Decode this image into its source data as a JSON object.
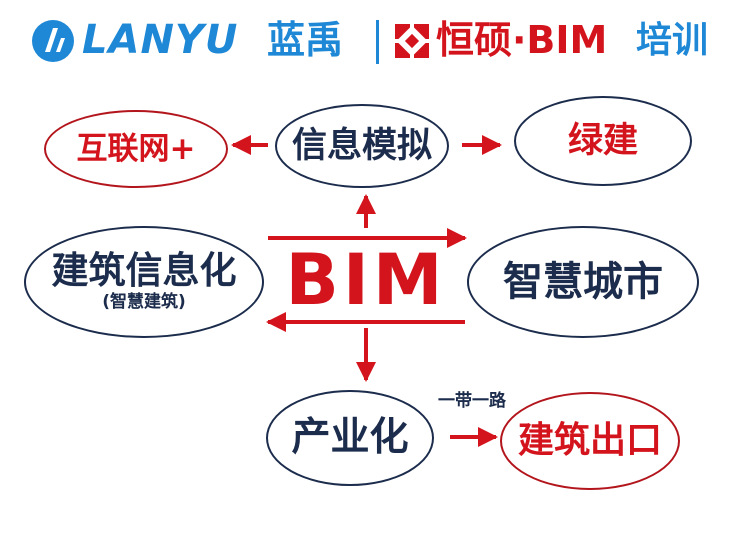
{
  "header": {
    "brand_en": "LANYU",
    "brand_cn": "蓝禹",
    "partner_name": "恒硕·BIM",
    "partner_suffix": "培训"
  },
  "center": {
    "label": "BIM"
  },
  "nodes": {
    "hulianwang": {
      "label": "互联网+"
    },
    "xinxi": {
      "label": "信息模拟"
    },
    "lvjian": {
      "label": "绿建"
    },
    "jianzhu": {
      "label": "建筑信息化",
      "sub": "(智慧建筑)"
    },
    "zhihui": {
      "label": "智慧城市"
    },
    "chanye": {
      "label": "产业化"
    },
    "chukou": {
      "label": "建筑出口"
    }
  },
  "edge_labels": {
    "yidaiyilu": "一带一路"
  },
  "colors": {
    "brand_blue": "#1e88d6",
    "accent_red": "#d4141d",
    "navy": "#1c2c4c"
  },
  "icons": {
    "brand_logo": "lanyu-logo-icon",
    "partner_logo": "hengshuo-logo-icon"
  }
}
